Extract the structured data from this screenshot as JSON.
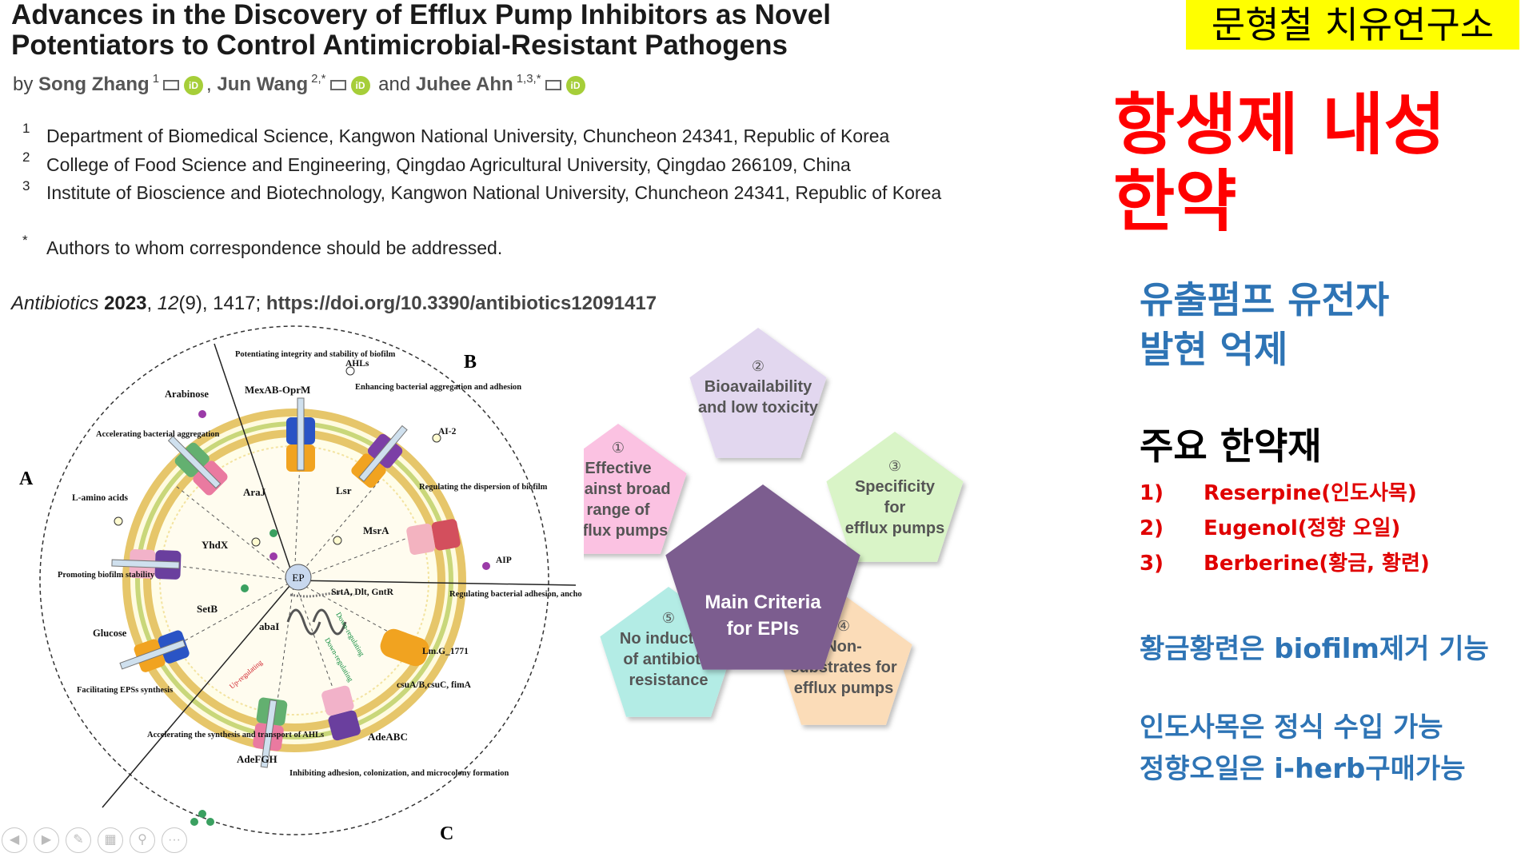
{
  "paper": {
    "title_line1": "Advances in the Discovery of Efflux Pump Inhibitors as Novel",
    "title_line2": "Potentiators to Control Antimicrobial-Resistant Pathogens",
    "by": "by",
    "authors": [
      {
        "name": "Song Zhang",
        "sup": "1"
      },
      {
        "name": "Jun Wang",
        "sup": "2,*"
      },
      {
        "name": "Juhee Ahn",
        "sup": "1,3,*"
      }
    ],
    "and": "and",
    "affiliations": [
      {
        "num": "1",
        "text": "Department of Biomedical Science, Kangwon National University, Chuncheon 24341, Republic of Korea"
      },
      {
        "num": "2",
        "text": "College of Food Science and Engineering, Qingdao Agricultural University, Qingdao 266109, China"
      },
      {
        "num": "3",
        "text": "Institute of Bioscience and Biotechnology, Kangwon National University, Chuncheon 24341, Republic of Korea"
      },
      {
        "num": "*",
        "text": "Authors to whom correspondence should be addressed."
      }
    ],
    "citation": {
      "journal": "Antibiotics",
      "year": "2023",
      "volume": "12",
      "issue": "(9), 1417;",
      "doi": "https://doi.org/10.3390/antibiotics12091417"
    }
  },
  "figure": {
    "panel_labels": [
      "A",
      "B",
      "C"
    ],
    "center_label": "EP",
    "labels": {
      "potentiating": "Potentiating integrity and stability of biofilm",
      "ahls": "AHLs",
      "mexab": "MexAB-OprM",
      "enhancing": "Enhancing bacterial aggregation and adhesion",
      "ai2": "AI-2",
      "arabinose": "Arabinose",
      "accelerating_aggr": "Accelerating bacterial aggregation",
      "araj": "AraJ",
      "lsr": "Lsr",
      "regulating_disp": "Regulating the dispersion of biofilm",
      "l_amino": "L-amino acids",
      "msra": "MsrA",
      "aip": "AIP",
      "yhdx": "YhdX",
      "promoting": "Promoting biofilm stability",
      "srta": "SrtA, Dlt, GntR",
      "regulating_adh": "Regulating bacterial adhesion, anchoring, and biofilm-related genes",
      "setb": "SetB",
      "glucose": "Glucose",
      "abai": "abaI",
      "down_reg": "Down-regulating",
      "up_reg": "Up-regulating",
      "lmg": "Lm.G_1771",
      "csua": "csuA/B,csuC, fimA",
      "facilitating": "Facilitating EPSs synthesis",
      "accelerating_synth": "Accelerating the synthesis and transport of AHLs",
      "adefgh": "AdeFGH",
      "adeabc": "AdeABC",
      "inhibiting": "Inhibiting adhesion, colonization, and microcolony formation"
    }
  },
  "criteria": {
    "center": [
      "Main Criteria",
      "for EPIs"
    ],
    "items": [
      {
        "num": "②",
        "lines": [
          "Bioavailability",
          "and low toxicity"
        ],
        "color": "#e2d7ef"
      },
      {
        "num": "①",
        "lines": [
          "Effective",
          "against broad",
          "range of",
          "efflux pumps"
        ],
        "color": "#fbc2e2"
      },
      {
        "num": "③",
        "lines": [
          "Specificity",
          "for",
          "efflux pumps"
        ],
        "color": "#d9f4c7"
      },
      {
        "num": "⑤",
        "lines": [
          "No induction",
          "of antibiotic",
          "resistance"
        ],
        "color": "#b3ece5"
      },
      {
        "num": "④",
        "lines": [
          "Non-",
          "substrates for",
          "efflux pumps"
        ],
        "color": "#fbdcb8"
      }
    ],
    "center_color": "#7b5d8f"
  },
  "sidebar": {
    "tag": "문형철 치유연구소",
    "headline_line1": "항생제 내성",
    "headline_line2": "한약",
    "subhead_line1": "유출펌프 유전자",
    "subhead_line2": "발현 억제",
    "herbs_title": "주요 한약재",
    "herbs": [
      {
        "num": "1)",
        "text": "Reserpine(인도사목)"
      },
      {
        "num": "2)",
        "text": "Eugenol(정향 오일)"
      },
      {
        "num": "3)",
        "text": "Berberine(황금, 황련)"
      }
    ],
    "note1": "황금황련은 biofilm제거 기능",
    "note2": "인도사목은 정식 수입 가능",
    "note3": "정향오일은 i-herb구매가능"
  },
  "toolbar": {
    "buttons": [
      "previous-slide",
      "next-slide",
      "pen",
      "slide-sorter",
      "zoom",
      "more-options"
    ]
  }
}
